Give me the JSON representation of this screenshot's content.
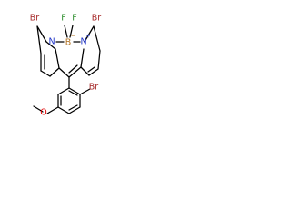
{
  "molecule": {
    "atoms": {
      "br_left": "Br",
      "f_left": "F",
      "f_right": "F",
      "br_right": "Br",
      "n_left": "N",
      "b_center": "B",
      "n_right": "N",
      "o_methoxy": "O",
      "br_bottom": "Br"
    },
    "charges": {
      "b_center": "−",
      "n_right": "+"
    },
    "colors": {
      "bromine": "#A62929",
      "fluorine": "#2F8F2F",
      "nitrogen": "#2035C8",
      "oxygen": "#E00000",
      "boron": "#B07020",
      "bond": "#000000"
    }
  }
}
